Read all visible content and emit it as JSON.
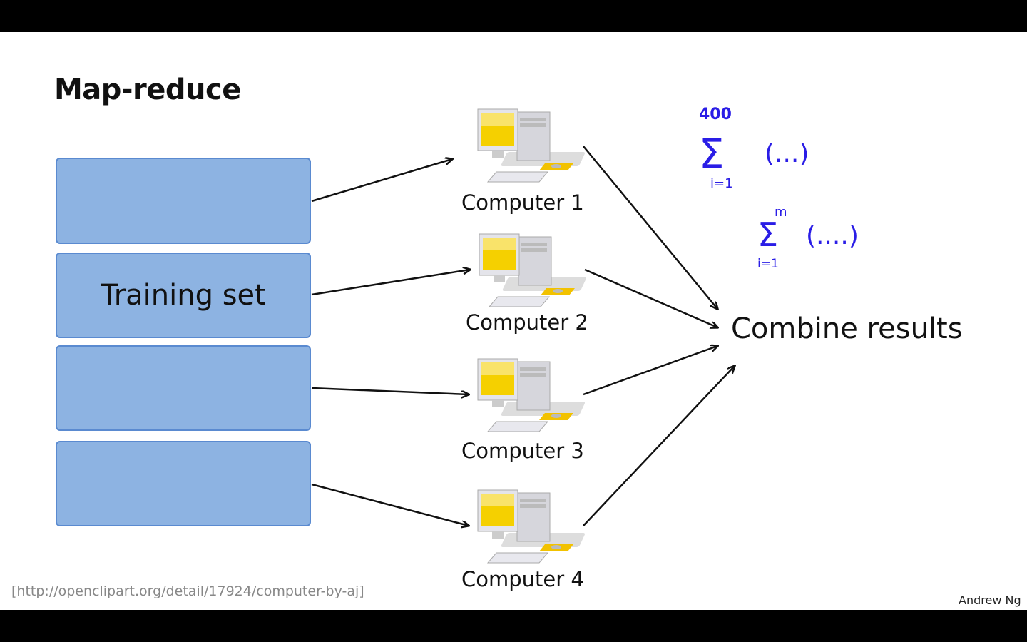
{
  "slide": {
    "title": "Map-reduce",
    "training_boxes": [
      "",
      "Training set",
      "",
      ""
    ],
    "computers": [
      "Computer 1",
      "Computer 2",
      "Computer 3",
      "Computer 4"
    ],
    "combine_label": "Combine results",
    "credit": "[http://openclipart.org/detail/17924/computer-by-aj]",
    "author": "Andrew Ng",
    "annotations": {
      "sum1": {
        "upper": "400",
        "lower": "i=1",
        "symbol": "Σ",
        "body": "(...)"
      },
      "sum2": {
        "upper": "m",
        "lower": "i=1",
        "symbol": "Σ",
        "body": "(....)"
      }
    },
    "colors": {
      "box_fill": "#8db3e2",
      "box_border": "#5a8ad0",
      "ink": "#2a1de6",
      "monitor": "#f5d000"
    }
  }
}
